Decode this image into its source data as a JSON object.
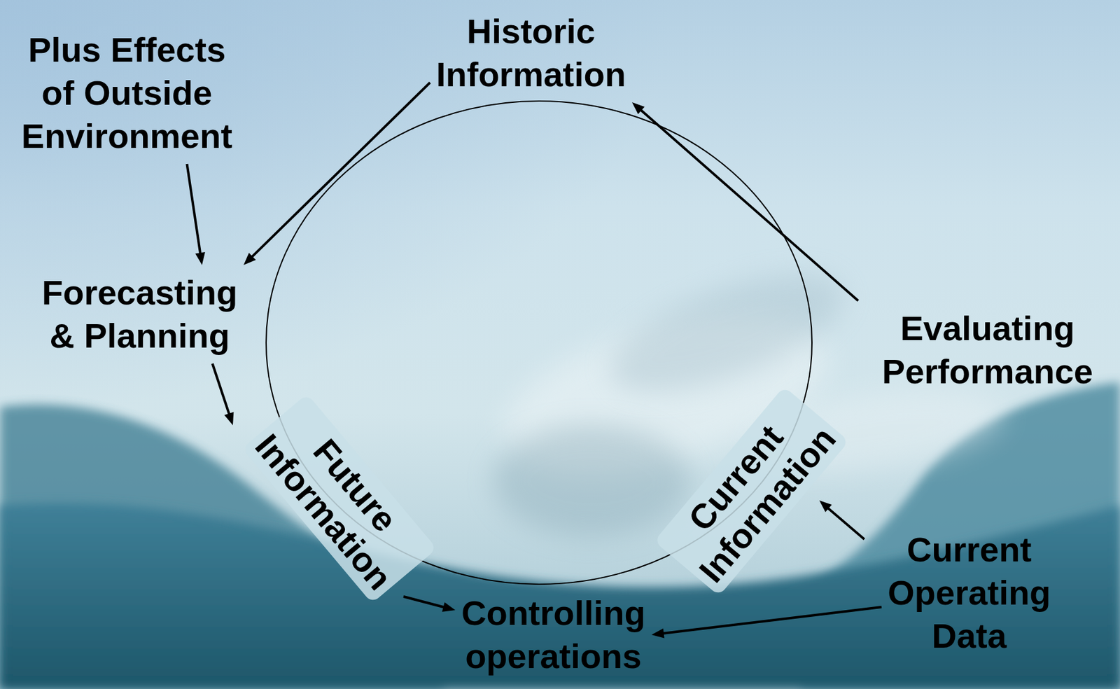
{
  "diagram": {
    "nodes": [
      {
        "text": [
          "Historic Information"
        ]
      },
      {
        "text": [
          "Plus Effects of Outside Environment"
        ]
      },
      {
        "text": [
          "Forecasting & Planning"
        ]
      },
      {
        "text": [
          "Evaluating Performance"
        ]
      },
      {
        "text": [
          "Current Operating Data"
        ]
      },
      {
        "text": [
          "Controlling operations"
        ]
      }
    ],
    "edges": [
      {
        "from": 1,
        "to": 2,
        "arrow": "to"
      },
      {
        "from": 0,
        "to": 2,
        "arrow": "to"
      },
      {
        "from": 2,
        "to": 5,
        "label": "Future Information",
        "arrow": "to"
      },
      {
        "from": 4,
        "to": 5,
        "arrow": "to"
      },
      {
        "from": 3,
        "to": 0,
        "arrow": "to"
      }
    ],
    "labels": [
      "Current Information"
    ]
  }
}
